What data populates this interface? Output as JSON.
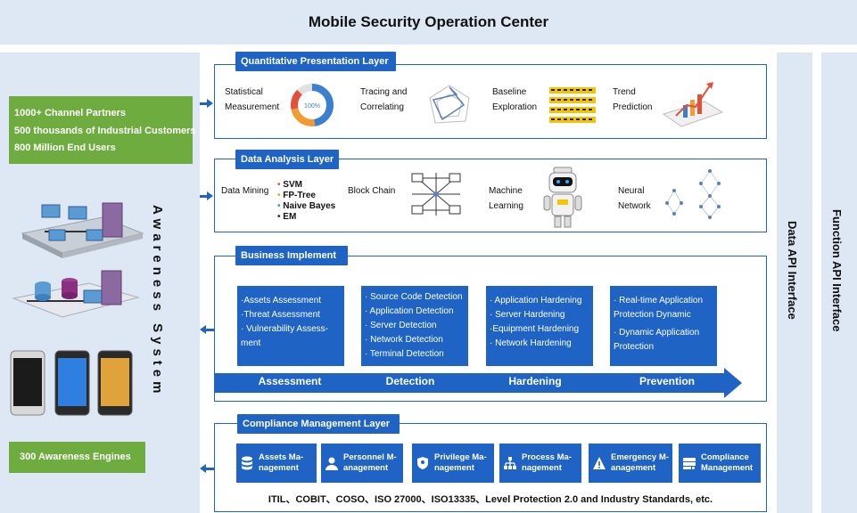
{
  "title": "Mobile Security Operation Center",
  "left": {
    "stats": [
      "1000+ Channel Partners",
      "500 thousands of Industrial Customers",
      "800 Million End Users"
    ],
    "vertical_label": "Awareness System",
    "engines": "300 Awareness Engines"
  },
  "right": {
    "data_api": "Data API Interface",
    "function_api": "Function API Interface"
  },
  "quantitative": {
    "header": "Quantitative Presentation Layer",
    "items": [
      {
        "line1": "Statistical",
        "line2": "Measurement"
      },
      {
        "line1": "Tracing and",
        "line2": "Correlating"
      },
      {
        "line1": "Baseline",
        "line2": "Exploration"
      },
      {
        "line1": "Trend",
        "line2": "Prediction"
      }
    ],
    "donut_label": "100%"
  },
  "data_analysis": {
    "header": "Data Analysis Layer",
    "mining_label": "Data Mining",
    "mining_list": [
      "SVM",
      "FP-Tree",
      "Naive Bayes",
      "EM"
    ],
    "mining_colors": [
      "#e05a2b",
      "#f0a030",
      "#3a9ad9",
      "#333333"
    ],
    "block_chain": "Block Chain",
    "ml": {
      "line1": "Machine",
      "line2": "Learning"
    },
    "nn": {
      "line1": "Neural",
      "line2": "Network"
    }
  },
  "business": {
    "header": "Business Implement",
    "cards": [
      [
        "·Assets Assessment",
        "·Threat Assessment",
        "· Vulnerability Assess-",
        "ment"
      ],
      [
        "· Source Code Detection",
        "· Application Detection",
        "· Server Detection",
        "· Network Detection",
        "· Terminal Detection"
      ],
      [
        "· Application Hardening",
        "· Server Hardening",
        "·Equipment Hardening",
        "· Network Hardening"
      ],
      [
        "· Real-time Application",
        "Protection Dynamic",
        "",
        "· Dynamic Application",
        "Protection"
      ]
    ],
    "stages": [
      "Assessment",
      "Detection",
      "Hardening",
      "Prevention"
    ]
  },
  "compliance": {
    "header": "Compliance Management Layer",
    "cards": [
      {
        "line1": "Assets Ma-",
        "line2": "nagement",
        "icon": "database-icon"
      },
      {
        "line1": "Personnel M-",
        "line2": "anagement",
        "icon": "person-icon"
      },
      {
        "line1": "Privilege Ma-",
        "line2": "nagement",
        "icon": "shield-icon"
      },
      {
        "line1": "Process Ma-",
        "line2": "nagement",
        "icon": "hierarchy-icon"
      },
      {
        "line1": "Emergency M-",
        "line2": "anagement",
        "icon": "warning-icon"
      },
      {
        "line1": "Compliance",
        "line2": "Management",
        "icon": "server-icon"
      }
    ],
    "standards": "ITIL、COBIT、COSO、ISO 27000、ISO13335、Level Protection 2.0 and Industry Standards, etc."
  },
  "colors": {
    "accent": "#1f64c4",
    "panel": "#dde8f4",
    "green": "#6fac3f"
  }
}
